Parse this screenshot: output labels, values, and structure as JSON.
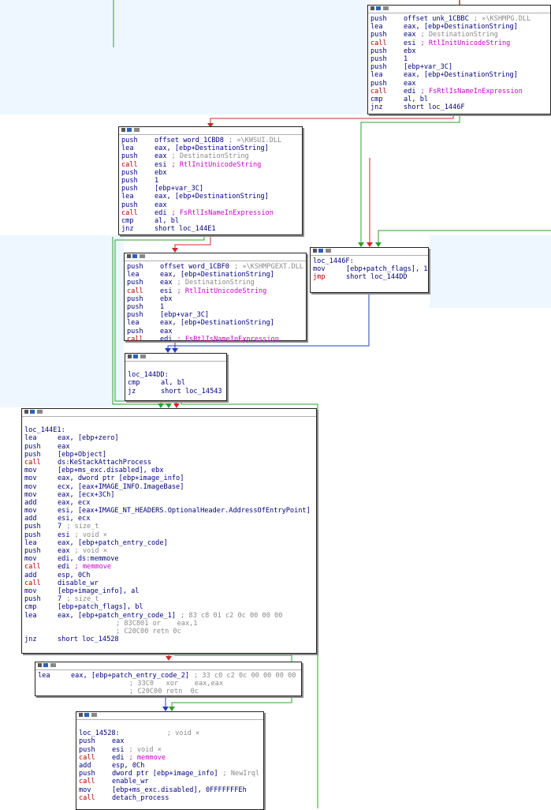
{
  "colors": {
    "true_edge": "#2ca02c",
    "false_edge": "#d62728",
    "jump_edge": "#1f3fbf",
    "call_mnemonic": "#b00000",
    "function_name": "#cc00cc",
    "comment": "#8a8a8a"
  },
  "node_header_icons": [
    "graph-node-icon",
    "color-icon",
    "group-icon"
  ],
  "nodes": [
    {
      "name": "kshmpg",
      "lines": [
        {
          "m": "push",
          "o": "offset unk_1CBBC",
          "c": "; »\\KSHMPG.DLL"
        },
        {
          "m": "lea",
          "o": "eax, [ebp+DestinationString]"
        },
        {
          "m": "push",
          "o": "eax",
          "c": "; DestinationString"
        },
        {
          "m": "call",
          "o": "esi",
          "f": "; RtlInitUnicodeString"
        },
        {
          "m": "push",
          "o": "ebx"
        },
        {
          "m": "push",
          "o": "1"
        },
        {
          "m": "push",
          "o": "[ebp+var_3C]"
        },
        {
          "m": "lea",
          "o": "eax, [ebp+DestinationString]"
        },
        {
          "m": "push",
          "o": "eax"
        },
        {
          "m": "call",
          "o": "edi",
          "f": "; FsRtlIsNameInExpression"
        },
        {
          "m": "cmp",
          "o": "al, bl"
        },
        {
          "m": "jnz",
          "o": "short loc_1446F"
        }
      ]
    },
    {
      "name": "kwsui",
      "lines": [
        {
          "m": "push",
          "o": "offset word_1CBD8",
          "c": "; »\\KWSUI.DLL"
        },
        {
          "m": "lea",
          "o": "eax, [ebp+DestinationString]"
        },
        {
          "m": "push",
          "o": "eax",
          "c": "; DestinationString"
        },
        {
          "m": "call",
          "o": "esi",
          "f": "; RtlInitUnicodeString"
        },
        {
          "m": "push",
          "o": "ebx"
        },
        {
          "m": "push",
          "o": "1"
        },
        {
          "m": "push",
          "o": "[ebp+var_3C]"
        },
        {
          "m": "lea",
          "o": "eax, [ebp+DestinationString]"
        },
        {
          "m": "push",
          "o": "eax"
        },
        {
          "m": "call",
          "o": "edi",
          "f": "; FsRtlIsNameInExpression"
        },
        {
          "m": "cmp",
          "o": "al, bl"
        },
        {
          "m": "jnz",
          "o": "short loc_144E1"
        }
      ]
    },
    {
      "name": "kshmpgext",
      "lines": [
        {
          "m": "push",
          "o": "offset word_1CBF0",
          "c": "; »\\KSHMPGEXT.DLL"
        },
        {
          "m": "lea",
          "o": "eax, [ebp+DestinationString]"
        },
        {
          "m": "push",
          "o": "eax",
          "c": "; DestinationString"
        },
        {
          "m": "call",
          "o": "esi",
          "f": "; RtlInitUnicodeString"
        },
        {
          "m": "push",
          "o": "ebx"
        },
        {
          "m": "push",
          "o": "1"
        },
        {
          "m": "push",
          "o": "[ebp+var_3C]"
        },
        {
          "m": "lea",
          "o": "eax, [ebp+DestinationString]"
        },
        {
          "m": "push",
          "o": "eax"
        },
        {
          "m": "call",
          "o": "edi",
          "f": "; FsRtlIsNameInExpression"
        }
      ]
    },
    {
      "name": "loc_1446F",
      "lines": [
        {
          "l": "loc_1446F:"
        },
        {
          "m": "mov",
          "o": "[ebp+patch_flags], 1"
        },
        {
          "m": "jmp",
          "o": "short loc_144DD"
        }
      ]
    },
    {
      "name": "loc_144DD",
      "lines": [
        {
          "l": ""
        },
        {
          "l": "loc_144DD:"
        },
        {
          "m": "cmp",
          "o": "al, bl"
        },
        {
          "m": "jz",
          "o": "short loc_14543"
        }
      ]
    },
    {
      "name": "loc_144E1",
      "lines": [
        {
          "l": ""
        },
        {
          "l": "loc_144E1:"
        },
        {
          "m": "lea",
          "o": "eax, [ebp+zero]"
        },
        {
          "m": "push",
          "o": "eax"
        },
        {
          "m": "push",
          "o": "[ebp+Object]"
        },
        {
          "m": "call",
          "o": "ds:KeStackAttachProcess"
        },
        {
          "m": "mov",
          "o": "[ebp+ms_exc.disabled], ebx"
        },
        {
          "m": "mov",
          "o": "eax, dword ptr [ebp+image_info]"
        },
        {
          "m": "mov",
          "o": "ecx, [eax+IMAGE_INFO.ImageBase]"
        },
        {
          "m": "mov",
          "o": "eax, [ecx+3Ch]"
        },
        {
          "m": "add",
          "o": "eax, ecx"
        },
        {
          "m": "mov",
          "o": "esi, [eax+IMAGE_NT_HEADERS.OptionalHeader.AddressOfEntryPoint]"
        },
        {
          "m": "add",
          "o": "esi, ecx"
        },
        {
          "m": "push",
          "o": "7",
          "c": "; size_t"
        },
        {
          "m": "push",
          "o": "esi",
          "c": "; void ×"
        },
        {
          "m": "lea",
          "o": "eax, [ebp+patch_entry_code]"
        },
        {
          "m": "push",
          "o": "eax",
          "c": "; void ×"
        },
        {
          "m": "mov",
          "o": "edi, ds:memmove"
        },
        {
          "m": "call",
          "o": "edi",
          "f": "; memmove"
        },
        {
          "m": "add",
          "o": "esp, 0Ch"
        },
        {
          "m": "call",
          "o": "disable_wr"
        },
        {
          "m": "mov",
          "o": "[ebp+image_info], al"
        },
        {
          "m": "push",
          "o": "7",
          "c": "; size_t"
        },
        {
          "m": "cmp",
          "o": "[ebp+patch_flags], bl"
        },
        {
          "m": "lea",
          "o": "eax, [ebp+patch_entry_code_1]",
          "c": "; 83 c8 01 c2 0c 00 00 00"
        },
        {
          "m": "",
          "o": "",
          "c": "; 83C801 or    eax,1"
        },
        {
          "m": "",
          "o": "",
          "c": "; C20C00 retn 0c"
        },
        {
          "m": "jnz",
          "o": "short loc_14528"
        }
      ]
    },
    {
      "name": "patch2",
      "lines": [
        {
          "m": "lea",
          "o": "eax, [ebp+patch_entry_code_2]",
          "c": "; 33 c0 c2 0c 00 00 00 00"
        },
        {
          "m": "",
          "o": "",
          "c": "; 33C0   xor    eax,eax"
        },
        {
          "m": "",
          "o": "",
          "c": "; C20C00 retn  0c"
        }
      ]
    },
    {
      "name": "loc_14528",
      "lines": [
        {
          "l": ""
        },
        {
          "l": "loc_14528:",
          "c": "; void ×"
        },
        {
          "m": "push",
          "o": "eax"
        },
        {
          "m": "push",
          "o": "esi",
          "c": "; void ×"
        },
        {
          "m": "call",
          "o": "edi",
          "f": "; memmove"
        },
        {
          "m": "add",
          "o": "esp, 0Ch"
        },
        {
          "m": "push",
          "o": "dword ptr [ebp+image_info]",
          "c": "; NewIrql"
        },
        {
          "m": "call",
          "o": "enable_wr"
        },
        {
          "m": "mov",
          "o": "[ebp+ms_exc.disabled], 0FFFFFFFEh"
        },
        {
          "m": "call",
          "o": "detach_process"
        }
      ]
    }
  ]
}
